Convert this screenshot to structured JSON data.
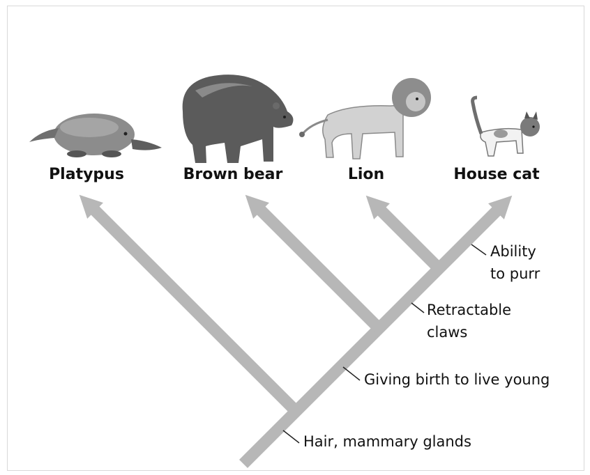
{
  "colors": {
    "branch": "#b7b7b7",
    "tick": "#222222",
    "text": "#111111"
  },
  "taxa": [
    {
      "name": "Platypus",
      "icon": "platypus-icon"
    },
    {
      "name": "Brown bear",
      "icon": "bear-icon"
    },
    {
      "name": "Lion",
      "icon": "lion-icon"
    },
    {
      "name": "House cat",
      "icon": "cat-icon"
    }
  ],
  "traits": [
    {
      "line1": "Hair, mammary glands",
      "line2": ""
    },
    {
      "line1": "Giving birth to live young",
      "line2": ""
    },
    {
      "line1": "Retractable",
      "line2": "claws"
    },
    {
      "line1": "Ability",
      "line2": "to purr"
    }
  ]
}
